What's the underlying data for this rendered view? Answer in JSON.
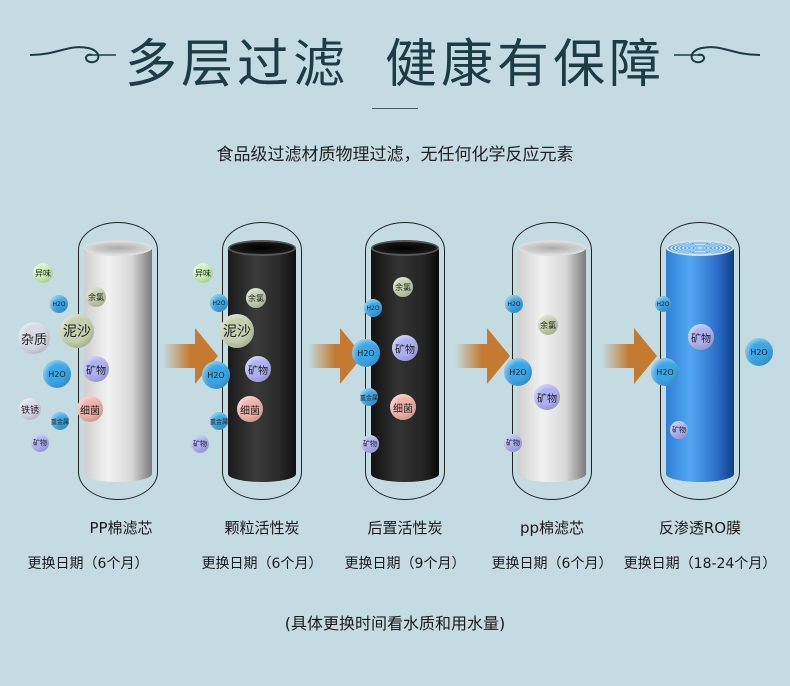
{
  "header": {
    "title_left": "多层过滤",
    "title_right": "健康有保障",
    "subtitle": "食品级过滤材质物理过滤，无任何化学反应元素"
  },
  "filters": [
    {
      "name": "PP棉滤芯",
      "replace": "更换日期（6个月）",
      "bubbles": [
        "异味",
        "H2O",
        "杂质",
        "泥沙",
        "余氯",
        "H2O",
        "矿物",
        "铁锈",
        "重金属",
        "细菌",
        "矿物"
      ]
    },
    {
      "name": "颗粒活性炭",
      "replace": "更换日期（6个月）",
      "bubbles": [
        "异味",
        "H2O",
        "余氯",
        "泥沙",
        "矿物",
        "H2O",
        "细菌",
        "重金属",
        "矿物"
      ]
    },
    {
      "name": "后置活性炭",
      "replace": "更换日期（9个月）",
      "bubbles": [
        "余氯",
        "H2O",
        "H2O",
        "矿物",
        "重金属",
        "细菌",
        "矿物"
      ]
    },
    {
      "name": "pp棉滤芯",
      "replace": "更换日期（6个月）",
      "bubbles": [
        "H2O",
        "余氯",
        "H2O",
        "矿物",
        "矿物"
      ]
    },
    {
      "name": "反渗透RO膜",
      "replace": "更换日期（18-24个月）",
      "bubbles": [
        "H2O",
        "矿物",
        "H2O",
        "H2O",
        "矿物"
      ]
    }
  ],
  "footnote": "(具体更换时间看水质和用水量)",
  "colors": {
    "title": "#1c3d45",
    "arrow": "#c47a30",
    "h2o": "#3aa6e6",
    "mineral": "#aeb0f2",
    "chlorine": "#c3cfae",
    "bacteria": "#f0b2a8",
    "odor": "#c8f2b8",
    "impurity": "#d8d8e6"
  }
}
